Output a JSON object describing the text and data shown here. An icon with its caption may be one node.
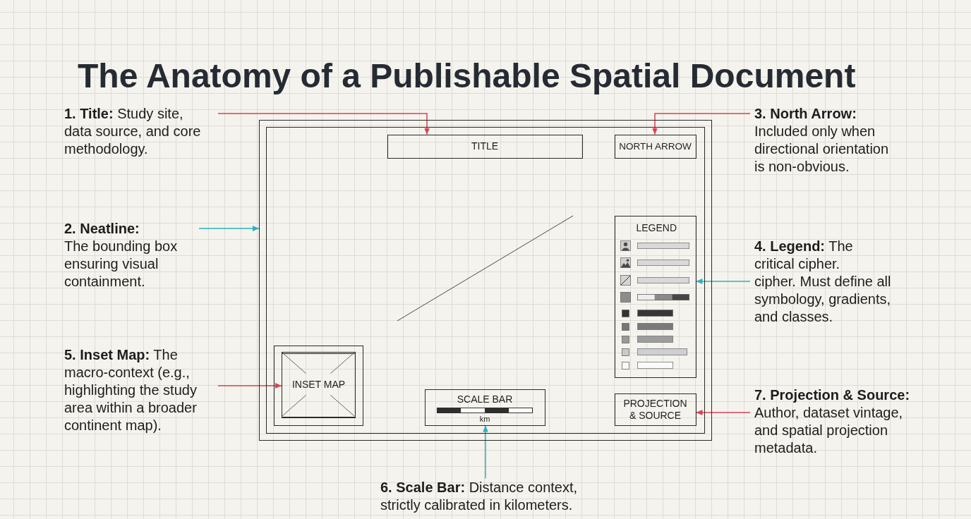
{
  "diagram": {
    "title": "The Anatomy of a Publishable Spatial Document",
    "nodes": [
      {
        "text": [],
        "shape": "box"
      },
      {
        "text": [
          "TITLE"
        ],
        "in": 0
      },
      {
        "text": [
          "NORTH ARROW"
        ],
        "in": 0
      },
      {
        "text": [
          "LEGEND"
        ],
        "in": 0
      },
      {
        "text": [],
        "shape": "box",
        "in": 0
      },
      {
        "text": [
          "INSET MAP"
        ],
        "in": 4
      },
      {
        "text": [
          "SCALE BAR",
          "km"
        ],
        "in": 0
      },
      {
        "text": [
          "PROJECTION & SOURCE"
        ],
        "in": 0
      },
      {
        "text": [
          "**1. Title:** Study site, data source, and core methodology."
        ]
      },
      {
        "text": [
          "2. Neatline:",
          "The bounding box ensuring visual containment."
        ]
      },
      {
        "text": [
          "3. North Arrow:",
          "Included only when directional orientation is non-obvious."
        ]
      },
      {
        "text": [
          "**4. Legend:** The critical cipher.",
          "cipher. Must define all symbology, gradients, and classes."
        ]
      },
      {
        "text": [
          "**5. Inset Map:** The macro-context (e.g., highlighting the study area within a broader continent map)."
        ]
      },
      {
        "text": [
          "**6. Scale Bar:** Distance context, strictly calibrated in kilometers."
        ]
      },
      {
        "text": [
          "7. Projection & Source:",
          "Author, dataset vintage, and spatial projection metadata."
        ]
      }
    ],
    "edges": [
      {
        "from": 8,
        "to": 1,
        "arrow": "to"
      },
      {
        "from": 9,
        "to": 0,
        "arrow": "to",
        "color": "#2bb3bd"
      },
      {
        "from": 10,
        "to": 2,
        "arrow": "to"
      },
      {
        "from": 11,
        "to": 3,
        "arrow": "to",
        "color": "#2bb3bd"
      },
      {
        "from": 12,
        "to": 5,
        "arrow": "to"
      },
      {
        "from": 13,
        "to": 6,
        "arrow": "to",
        "color": "#2bb3bd"
      },
      {
        "from": 14,
        "to": 7,
        "arrow": "to"
      }
    ]
  }
}
